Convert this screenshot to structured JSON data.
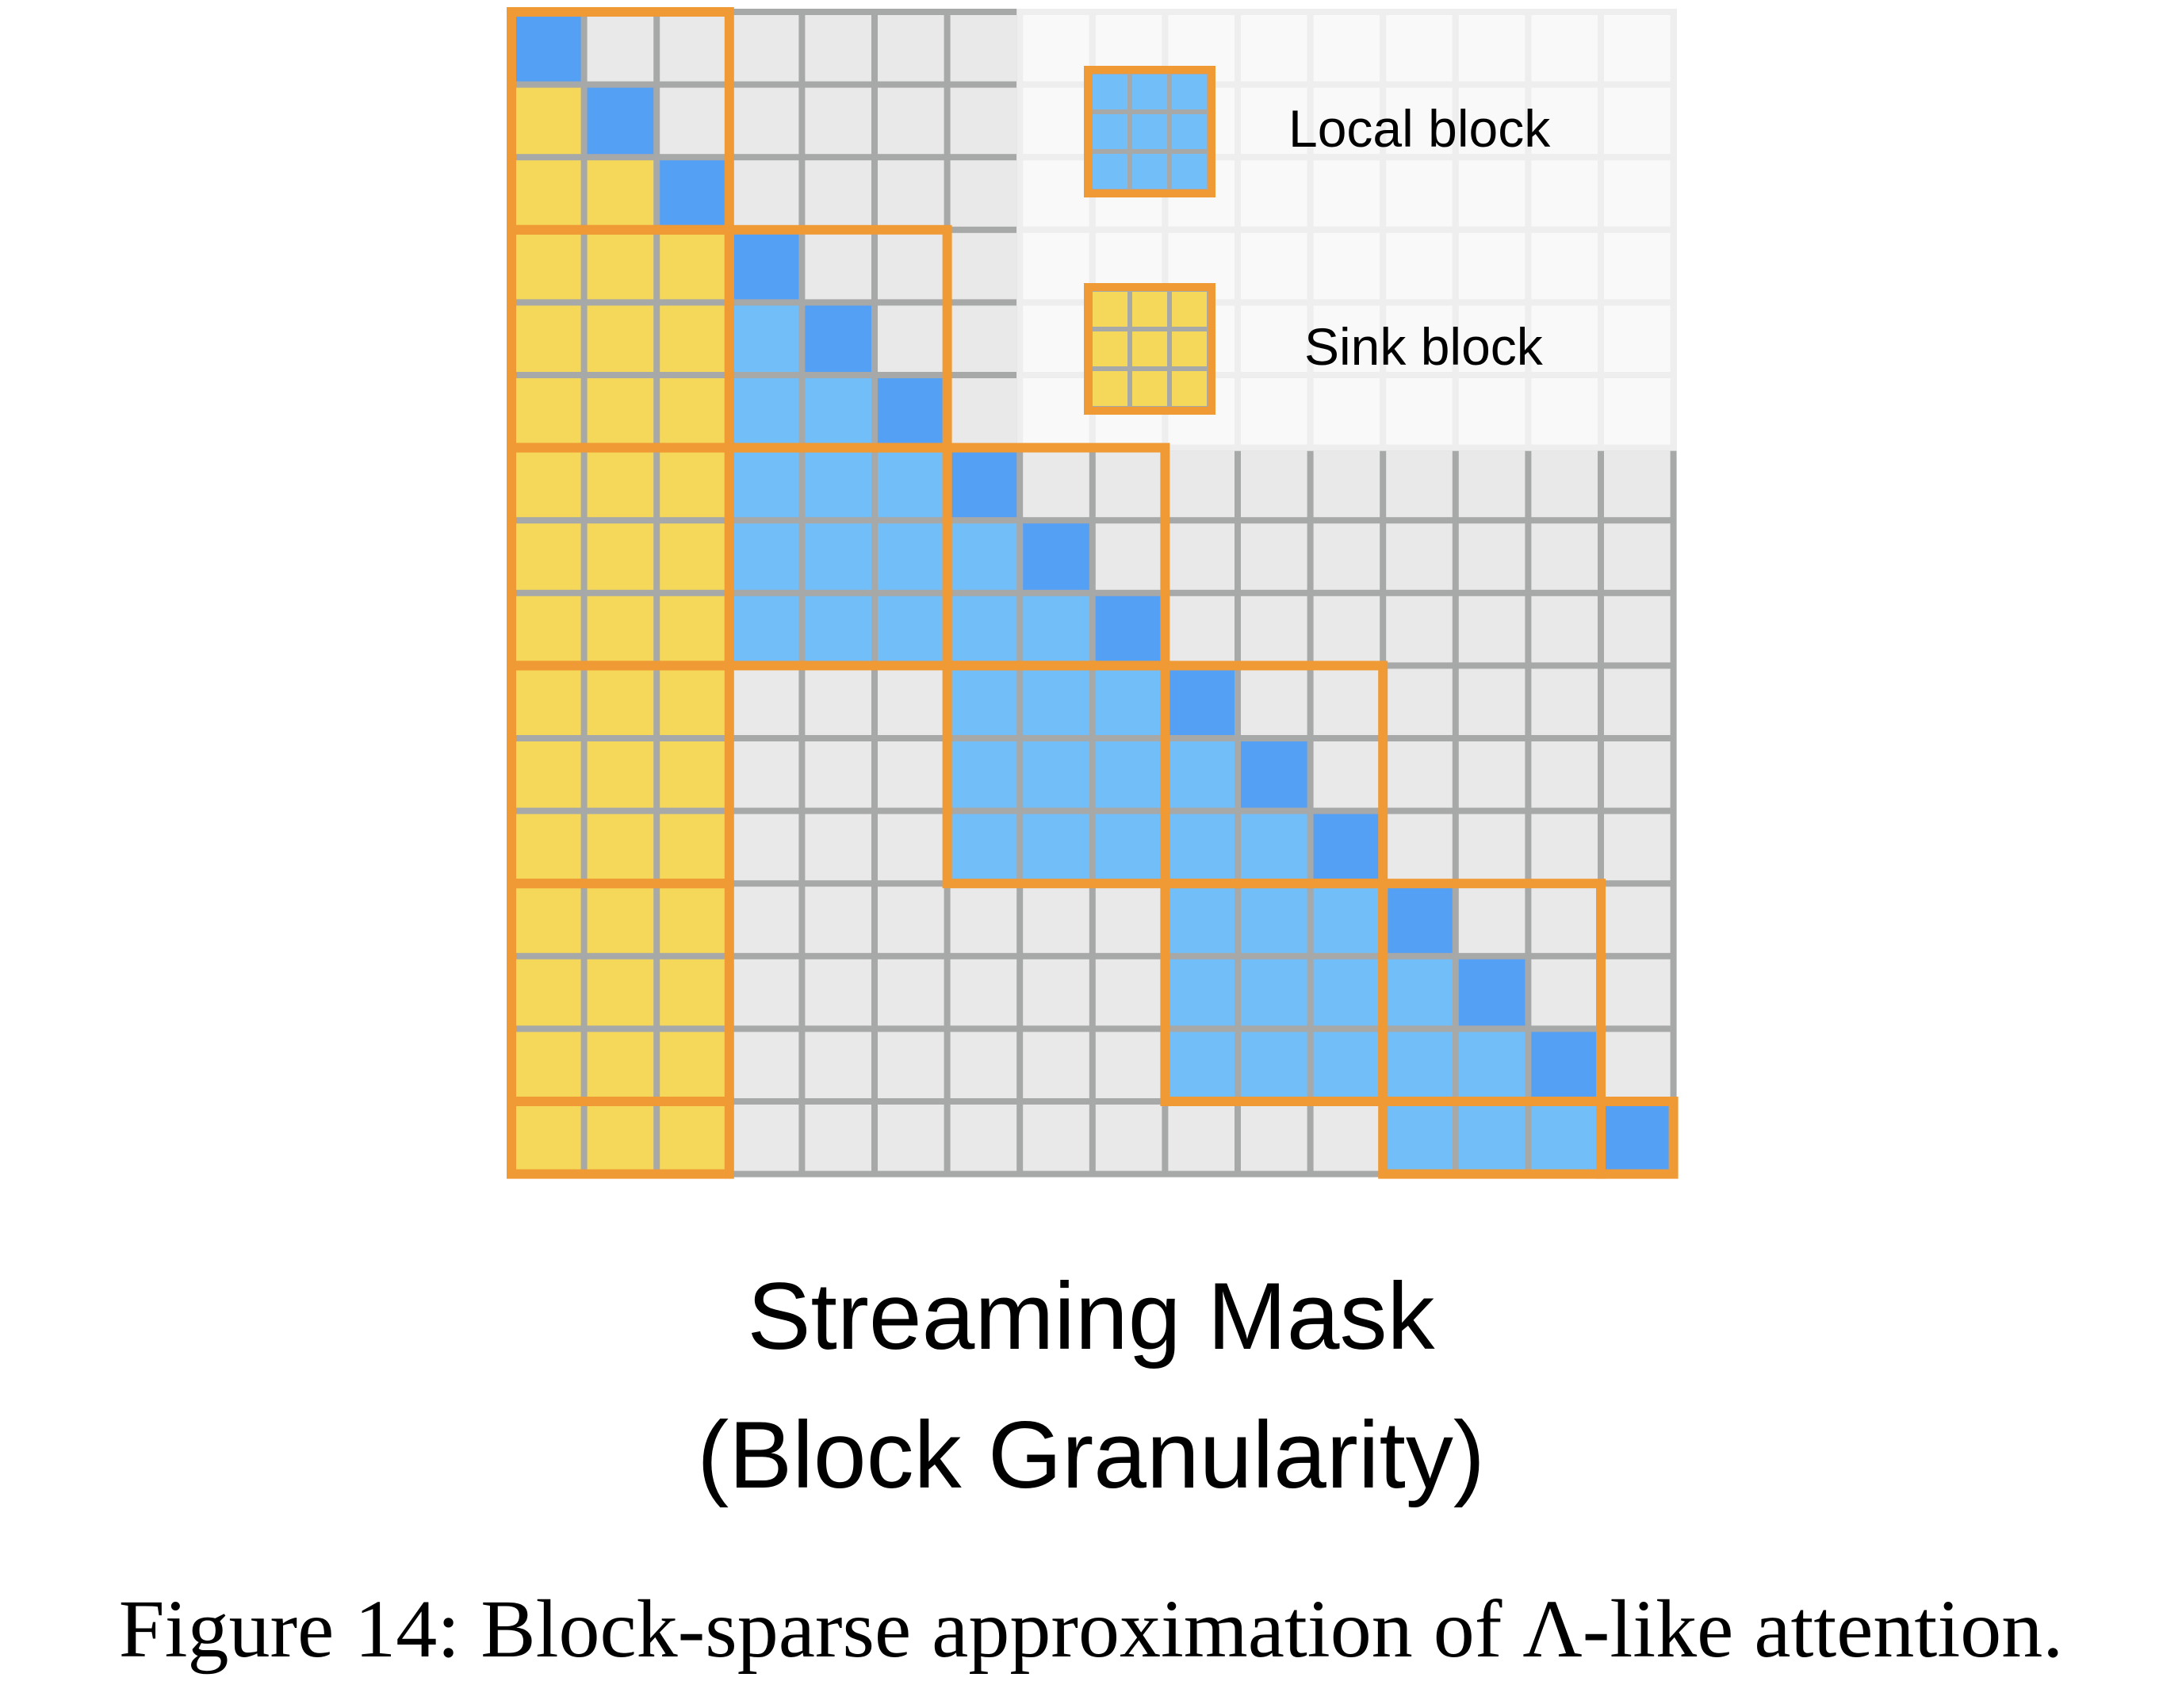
{
  "figure": {
    "title_line1": "Streaming Mask",
    "title_line2": "(Block Granularity)",
    "caption": "Figure 14: Block-sparse approximation of Λ-like attention."
  },
  "mask": {
    "tokens": 16,
    "block_size": 3,
    "sink_blocks": 1,
    "local_blocks": 2,
    "faded_region": {
      "rows": [
        0,
        5
      ],
      "cols": [
        7,
        15
      ]
    }
  },
  "legend": [
    {
      "key": "local",
      "label": "Local block",
      "color": "#72bef8"
    },
    {
      "key": "sink",
      "label": "Sink block",
      "color": "#f5d85a"
    }
  ],
  "colors": {
    "diagonal": "#54a0f5",
    "local": "#72bef8",
    "sink": "#f5d85a",
    "empty": "#e9e9e9",
    "grid_line": "#a7a8a8",
    "block_frame": "#f09a36",
    "faded": "#f9f9f9",
    "faded_line": "#eeeeee"
  }
}
